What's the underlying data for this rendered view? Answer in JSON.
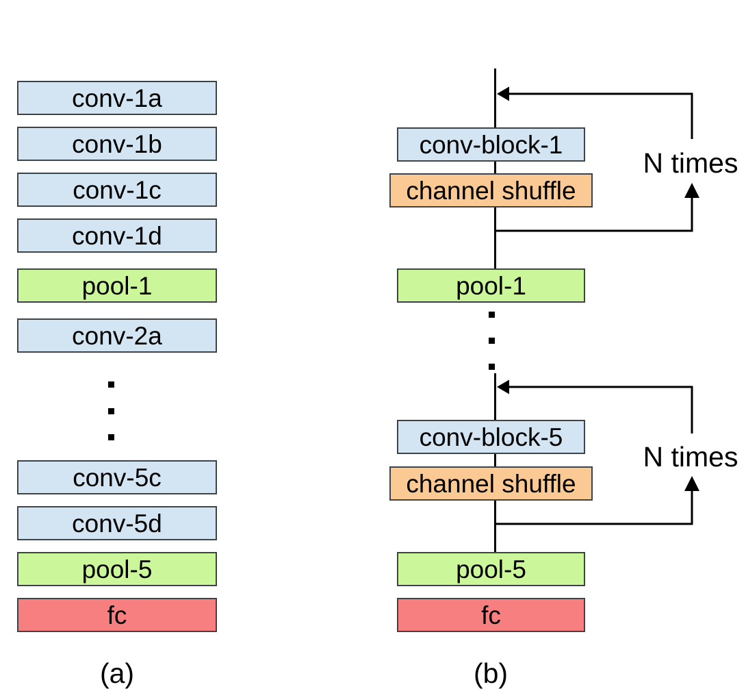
{
  "figure": {
    "captions": {
      "a": "(a)",
      "b": "(b)"
    },
    "colors": {
      "conv_fill": "#d3e5f2",
      "pool_fill": "#cbf69a",
      "shuffle_fill": "#fbca94",
      "fc_fill": "#f87f7f",
      "box_border": "#3e4347",
      "line_color": "#000000"
    },
    "column_a": {
      "boxes": [
        {
          "label": "conv-1a",
          "type": "conv"
        },
        {
          "label": "conv-1b",
          "type": "conv"
        },
        {
          "label": "conv-1c",
          "type": "conv"
        },
        {
          "label": "conv-1d",
          "type": "conv"
        },
        {
          "label": "pool-1",
          "type": "pool"
        },
        {
          "label": "conv-2a",
          "type": "conv"
        },
        {
          "label": "conv-5c",
          "type": "conv"
        },
        {
          "label": "conv-5d",
          "type": "conv"
        },
        {
          "label": "pool-5",
          "type": "pool"
        },
        {
          "label": "fc",
          "type": "fc"
        }
      ]
    },
    "column_b": {
      "boxes": [
        {
          "label": "conv-block-1",
          "type": "conv"
        },
        {
          "label": "channel shuffle",
          "type": "shuffle"
        },
        {
          "label": "pool-1",
          "type": "pool"
        },
        {
          "label": "conv-block-5",
          "type": "conv"
        },
        {
          "label": "channel shuffle",
          "type": "shuffle"
        },
        {
          "label": "pool-5",
          "type": "pool"
        },
        {
          "label": "fc",
          "type": "fc"
        }
      ],
      "loop_top_label": "N times",
      "loop_bottom_label": "N times"
    }
  }
}
